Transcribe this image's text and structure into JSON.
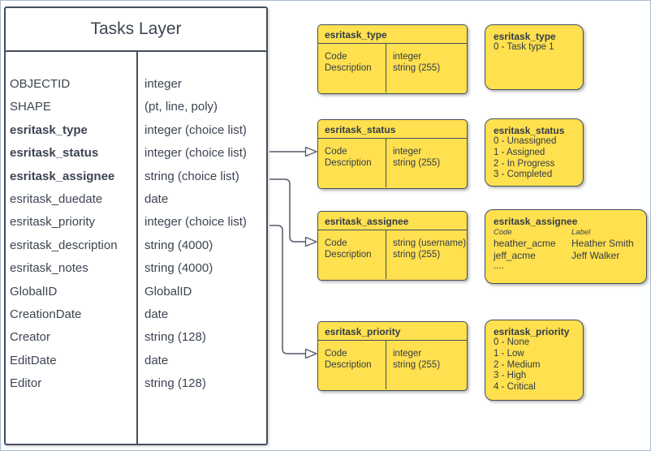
{
  "tasks_layer": {
    "title": "Tasks Layer",
    "fields": [
      {
        "name": "OBJECTID",
        "type": "integer"
      },
      {
        "name": "SHAPE",
        "type": "(pt, line, poly)"
      },
      {
        "name": "esritask_type",
        "type": "integer (choice list)"
      },
      {
        "name": "esritask_status",
        "type": "integer (choice list)"
      },
      {
        "name": "esritask_assignee",
        "type": "string (choice list)"
      },
      {
        "name": "esritask_duedate",
        "type": "date"
      },
      {
        "name": "esritask_priority",
        "type": "integer (choice list)"
      },
      {
        "name": "esritask_description",
        "type": "string (4000)"
      },
      {
        "name": "esritask_notes",
        "type": "string (4000)"
      },
      {
        "name": "GlobalID",
        "type": "GlobalID"
      },
      {
        "name": "CreationDate",
        "type": "date"
      },
      {
        "name": "Creator",
        "type": "string (128)"
      },
      {
        "name": "EditDate",
        "type": "date"
      },
      {
        "name": "Editor",
        "type": "string (128)"
      }
    ]
  },
  "domain_tables": [
    {
      "title": "esritask_type",
      "code_label": "Code",
      "description_label": "Description",
      "code_type": "integer",
      "description_type": "string (255)"
    },
    {
      "title": "esritask_status",
      "code_label": "Code",
      "description_label": "Description",
      "code_type": "integer",
      "description_type": "string (255)"
    },
    {
      "title": "esritask_assignee",
      "code_label": "Code",
      "description_label": "Description",
      "code_type": "string (username)",
      "description_type": "string (255)"
    },
    {
      "title": "esritask_priority",
      "code_label": "Code",
      "description_label": "Description",
      "code_type": "integer",
      "description_type": "string (255)"
    }
  ],
  "value_lists": {
    "type": {
      "title": "esritask_type",
      "items": [
        "0 - Task type 1"
      ]
    },
    "status": {
      "title": "esritask_status",
      "items": [
        "0 - Unassigned",
        "1 - Assigned",
        "2 - In Progress",
        "3 - Completed"
      ]
    },
    "assignee": {
      "title": "esritask_assignee",
      "code_header": "Code",
      "label_header": "Label",
      "rows": [
        {
          "code": "heather_acme",
          "label": "Heather Smith"
        },
        {
          "code": "jeff_acme",
          "label": "Jeff Walker"
        }
      ],
      "ellipsis": "...."
    },
    "priority": {
      "title": "esritask_priority",
      "items": [
        "0 - None",
        "1 - Low",
        "2 - Medium",
        "3 - High",
        "4 - Critical"
      ]
    }
  },
  "connectors": [
    {
      "from": "esritask_status field",
      "to": "esritask_status domain table"
    },
    {
      "from": "esritask_assignee field",
      "to": "esritask_assignee domain table"
    },
    {
      "from": "esritask_priority field",
      "to": "esritask_priority domain table"
    }
  ],
  "colors": {
    "domain_fill": "#FFE04E",
    "shape_border": "#454E5E",
    "text": "#3C4452",
    "connector": "#515A69",
    "canvas_border": "#A9BBD0"
  }
}
